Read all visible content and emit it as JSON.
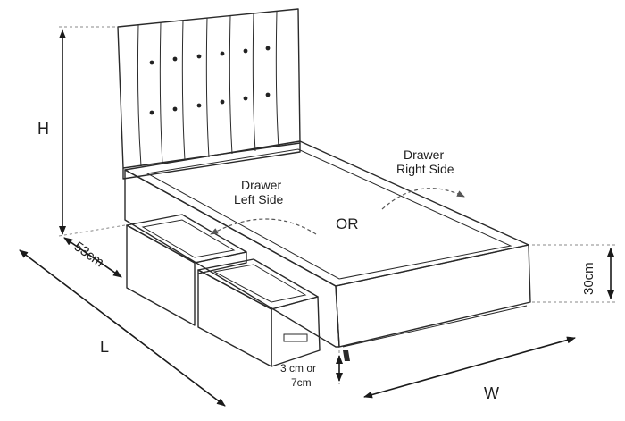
{
  "labels": {
    "height": "H",
    "depth": "53cm",
    "length": "L",
    "width": "W",
    "base_height": "30cm",
    "clearance_line1": "3 cm or",
    "clearance_line2": "7cm",
    "drawer_left_line1": "Drawer",
    "drawer_left_line2": "Left Side",
    "drawer_right_line1": "Drawer",
    "drawer_right_line2": "Right Side",
    "or": "OR"
  },
  "colors": {
    "line": "#2a2a2a",
    "mattress_fill": "#f1f1f1",
    "base_fill": "#e6e6e6",
    "headboard_fill": "#e9e9e9",
    "button": "#222222"
  }
}
